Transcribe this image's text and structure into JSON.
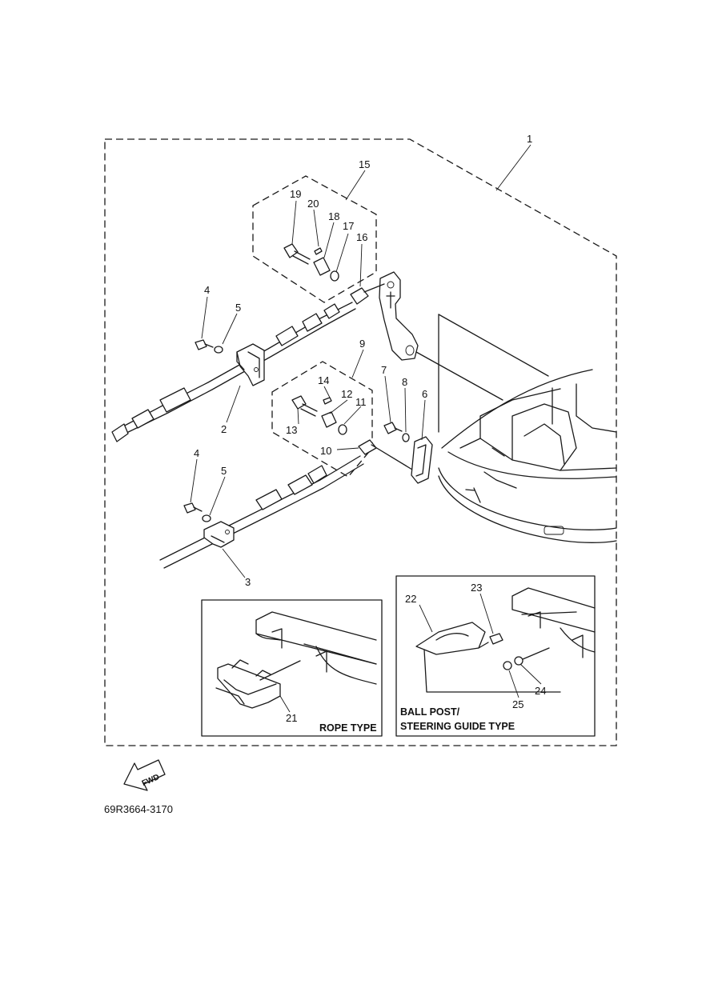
{
  "diagram": {
    "callouts": [
      "1",
      "2",
      "3",
      "4",
      "5",
      "6",
      "7",
      "8",
      "9",
      "10",
      "11",
      "12",
      "13",
      "14",
      "15",
      "16",
      "17",
      "18",
      "19",
      "20",
      "4",
      "5",
      "21",
      "22",
      "23",
      "24",
      "25"
    ],
    "inset_rope_label": "ROPE TYPE",
    "inset_ball_label_line1": "BALL POST/",
    "inset_ball_label_line2": "STEERING GUIDE TYPE",
    "fwd_label": "FWD",
    "drawing_code": "69R3664-3170"
  }
}
